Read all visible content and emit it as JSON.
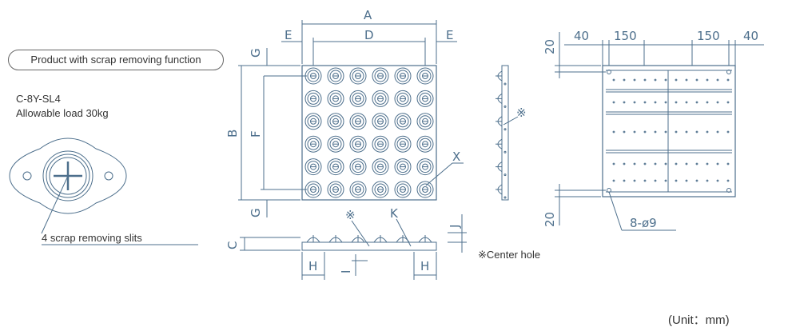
{
  "badge": {
    "text": "Product with scrap removing function"
  },
  "model": {
    "code": "C-8Y-SL4",
    "load": "Allowable load 30kg"
  },
  "callouts": {
    "slits": "4 scrap removing slits",
    "center_hole": "※Center hole",
    "unit": "(Unit：mm)"
  },
  "top_view_dims": {
    "A": "A",
    "D": "D",
    "E_left": "E",
    "E_right": "E",
    "G_top": "G",
    "G_bottom": "G",
    "B": "B",
    "F": "F",
    "X": "X"
  },
  "front_view_dims": {
    "asterisk": "※",
    "K": "K",
    "J": "J",
    "C": "C",
    "H_left": "H",
    "H_right": "H",
    "I": "I"
  },
  "side_view_dims": {
    "asterisk": "※"
  },
  "plate_dims": {
    "top_left_40": "40",
    "top_150a": "150",
    "top_150b": "150",
    "top_right_40": "40",
    "left_top_20": "20",
    "left_bottom_20": "20",
    "holes": "8-ø9"
  },
  "colors": {
    "line": "#4d6f8c",
    "text": "#333333",
    "border": "#666666"
  }
}
